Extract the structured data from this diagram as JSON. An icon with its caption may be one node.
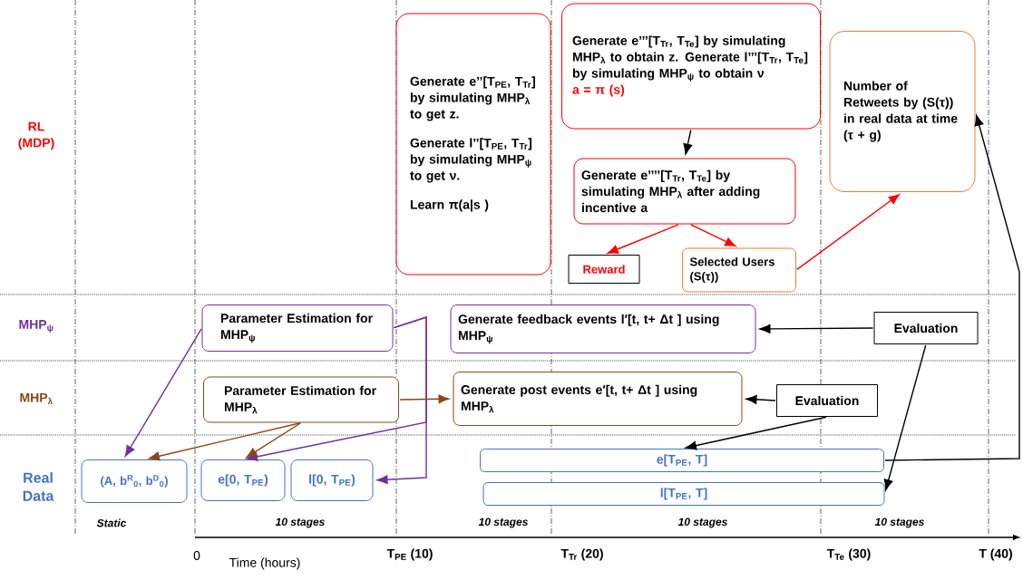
{
  "diagram": {
    "nodes": [
      {
        "text": [
          "Generate e’’[T$_{PE}$, T$_{Tr}$] by simulating MHP$_{λ}$ to get z.",
          "Generate l’’[T$_{PE}$, T$_{Tr}$] by simulating MHP$_{ψ}$ to get ν.",
          "Learn π(a|s )"
        ]
      },
      {
        "text": [
          "Generate e’’’[T$_{Tr}$, T$_{Te}$] by simulating MHP$_{λ}$ to obtain z. Generate l’’’[T$_{Tr}$, T$_{Te}$] by simulating MHP$_{ψ}$ to obtain ν",
          "a = π (s)"
        ]
      },
      {
        "text": [
          "Generate e’’’’[T$_{Tr}$, T$_{Te}$] by simulating MHP$_{λ}$ after adding incentive a"
        ]
      },
      {
        "text": [
          "Reward"
        ]
      },
      {
        "text": [
          "Selected Users (S(τ))"
        ]
      },
      {
        "text": [
          "Number of Retweets by (S(τ)) in real data at time (τ + g)"
        ]
      },
      {
        "text": [
          "Parameter Estimation for MHP$_{ψ}$"
        ]
      },
      {
        "text": [
          "Generate feedback events l′[t, t+ Δt ] using MHP$_{ψ}$"
        ]
      },
      {
        "text": [
          "Evaluation"
        ]
      },
      {
        "text": [
          "Parameter Estimation for MHP$_{λ}$"
        ]
      },
      {
        "text": [
          "Generate post events e′[t, t+ Δt ] using MHP$_{λ}$"
        ]
      },
      {
        "text": [
          "Evaluation"
        ]
      },
      {
        "text": [
          "(A, b$^{R}$$_{0}$, b$^{D}$$_{0}$)"
        ]
      },
      {
        "text": [
          "e[0, T$_{PE}$)"
        ]
      },
      {
        "text": [
          "l[0, T$_{PE}$)"
        ]
      },
      {
        "text": [
          "e[T$_{PE}$, T]"
        ]
      },
      {
        "text": [
          "l[T$_{PE}$, T]"
        ]
      }
    ],
    "edges": [
      {
        "from": 1,
        "to": 2,
        "arrow": "to"
      },
      {
        "from": 2,
        "to": 3,
        "arrow": "to",
        "color": "#ff0000"
      },
      {
        "from": 2,
        "to": 4,
        "arrow": "to",
        "color": "#ff0000"
      },
      {
        "from": 4,
        "to": 5,
        "arrow": "to",
        "color": "#ff0000"
      },
      {
        "from": 15,
        "to": 5,
        "arrow": "to"
      },
      {
        "from": 6,
        "to": 12,
        "arrow": "to",
        "color": "#7030a0"
      },
      {
        "from": 6,
        "to": 13,
        "arrow": "to",
        "color": "#7030a0"
      },
      {
        "from": 6,
        "to": 14,
        "arrow": "to",
        "color": "#7030a0"
      },
      {
        "from": 9,
        "to": 12,
        "arrow": "to",
        "color": "#8b4513"
      },
      {
        "from": 9,
        "to": 13,
        "arrow": "to",
        "color": "#8b4513"
      },
      {
        "from": 9,
        "to": 10,
        "arrow": "to",
        "color": "#8b4513"
      },
      {
        "from": 8,
        "to": 7,
        "arrow": "to"
      },
      {
        "from": 8,
        "to": 16,
        "arrow": "to"
      },
      {
        "from": 11,
        "to": 10,
        "arrow": "to"
      },
      {
        "from": 11,
        "to": 15,
        "arrow": "to"
      }
    ],
    "labels": [
      "RL (MDP)",
      "MHP$_{ψ}$",
      "MHP$_{λ}$",
      "Real Data",
      "Static",
      "10 stages",
      "10 stages",
      "10 stages",
      "10 stages",
      "0",
      "Time (hours)",
      "T$_{PE}$ (10)",
      "T$_{Tr}$ (20)",
      "T$_{Te}$ (30)",
      "T (40)"
    ]
  }
}
